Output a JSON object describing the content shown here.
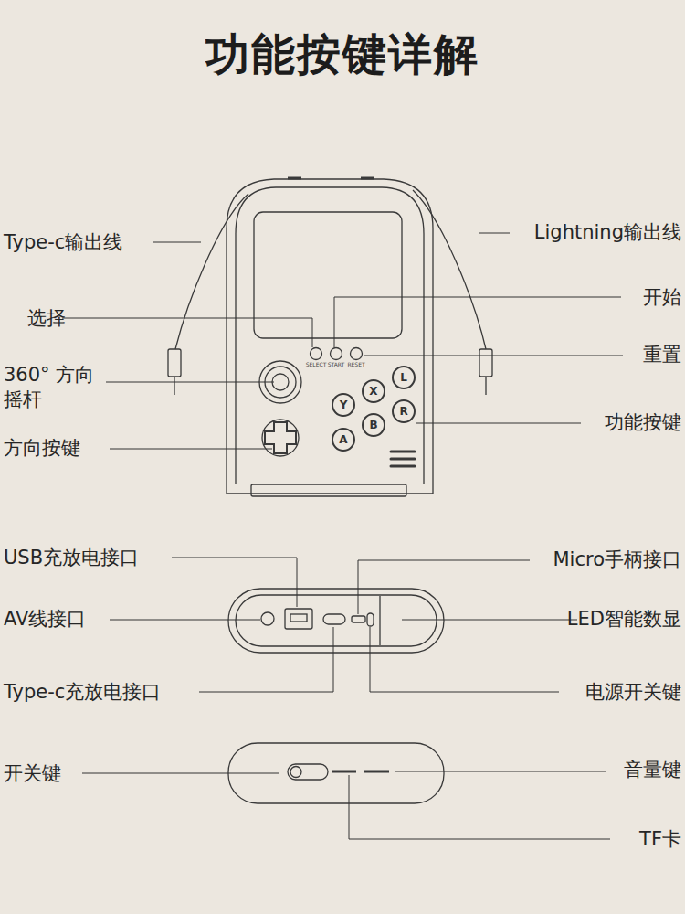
{
  "diagram": {
    "title": "功能按键详解",
    "labels": [
      "Type-c输出线",
      "Lightning输出线",
      "选择",
      "开始",
      "360° 方向摇杆",
      "重置",
      "功能按键",
      "方向按键",
      "USB充放电接口",
      "Micro手柄接口",
      "AV线接口",
      "LED智能数显",
      "Type-c充放电接口",
      "电源开关键",
      "开关键",
      "音量键",
      "TF卡",
      "SELECT",
      "START",
      "RESET",
      "L",
      "X",
      "R",
      "Y",
      "B",
      "A"
    ]
  }
}
